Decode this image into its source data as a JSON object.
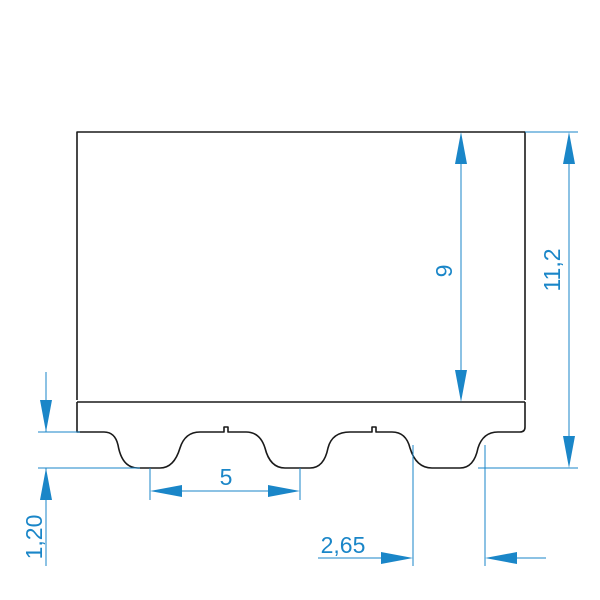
{
  "drawing": {
    "colors": {
      "outline": "#1a1a1a",
      "dimension": "#1a86c8",
      "background": "#ffffff"
    },
    "dimensions": {
      "belt_body_height": "9",
      "total_height": "11,2",
      "tooth_height": "1,20",
      "pitch": "5",
      "tooth_width": "2,65"
    }
  }
}
